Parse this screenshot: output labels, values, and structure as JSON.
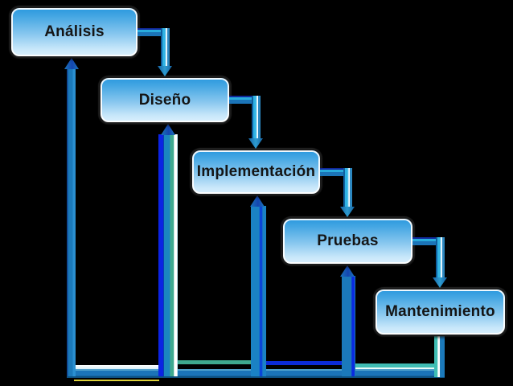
{
  "diagram": {
    "type": "waterfall-model-flowchart",
    "background": "#000000",
    "stages": [
      {
        "id": "analisis",
        "label": "Análisis"
      },
      {
        "id": "diseno",
        "label": "Diseño"
      },
      {
        "id": "implementacion",
        "label": "Implementación"
      },
      {
        "id": "pruebas",
        "label": "Pruebas"
      },
      {
        "id": "mantenimiento",
        "label": "Mantenimiento"
      }
    ],
    "forward_connectors": [
      {
        "from": "Análisis",
        "to": "Diseño"
      },
      {
        "from": "Diseño",
        "to": "Implementación"
      },
      {
        "from": "Implementación",
        "to": "Pruebas"
      },
      {
        "from": "Pruebas",
        "to": "Mantenimiento"
      }
    ],
    "feedback_connectors": [
      {
        "from": "Mantenimiento",
        "to": "Análisis"
      },
      {
        "from": "Mantenimiento",
        "to": "Diseño"
      },
      {
        "from": "Mantenimiento",
        "to": "Implementación"
      },
      {
        "from": "Mantenimiento",
        "to": "Pruebas"
      }
    ],
    "colors": {
      "box_gradient_top": "#2a98de",
      "box_gradient_bottom": "#dbf0fd",
      "box_border": "#1c1c1c",
      "pipe_steel": "#1b74b8",
      "pipe_cyan": "#2fb3e4",
      "pipe_navy": "#0b23e4",
      "pipe_seagreen": "#3fa98f",
      "pipe_teal": "#3fbdb4",
      "highlight_white": "#ffffff",
      "artifact_yellow": "#ded23a",
      "text": "#151515"
    }
  }
}
